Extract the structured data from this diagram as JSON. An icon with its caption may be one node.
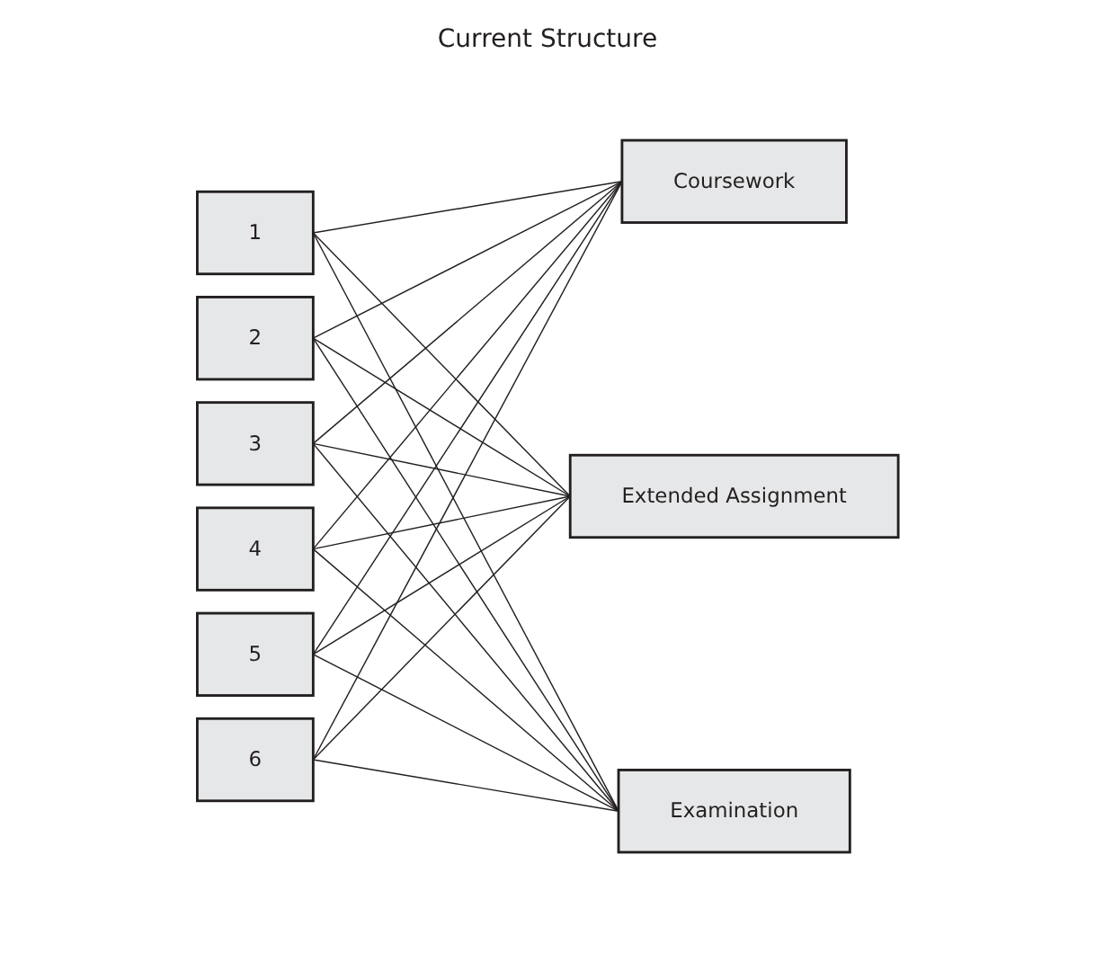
{
  "diagram": {
    "title": "Current Structure",
    "nodes": [
      {
        "text": [
          "1"
        ]
      },
      {
        "text": [
          "2"
        ]
      },
      {
        "text": [
          "3"
        ]
      },
      {
        "text": [
          "4"
        ]
      },
      {
        "text": [
          "5"
        ]
      },
      {
        "text": [
          "6"
        ]
      },
      {
        "text": [
          "Coursework"
        ]
      },
      {
        "text": [
          "Extended Assignment"
        ]
      },
      {
        "text": [
          "Examination"
        ]
      }
    ],
    "edges": [
      {
        "from": 0,
        "to": 6,
        "arrow": "none"
      },
      {
        "from": 0,
        "to": 7,
        "arrow": "none"
      },
      {
        "from": 0,
        "to": 8,
        "arrow": "none"
      },
      {
        "from": 1,
        "to": 6,
        "arrow": "none"
      },
      {
        "from": 1,
        "to": 7,
        "arrow": "none"
      },
      {
        "from": 1,
        "to": 8,
        "arrow": "none"
      },
      {
        "from": 2,
        "to": 6,
        "arrow": "none"
      },
      {
        "from": 2,
        "to": 7,
        "arrow": "none"
      },
      {
        "from": 2,
        "to": 8,
        "arrow": "none"
      },
      {
        "from": 3,
        "to": 6,
        "arrow": "none"
      },
      {
        "from": 3,
        "to": 7,
        "arrow": "none"
      },
      {
        "from": 3,
        "to": 8,
        "arrow": "none"
      },
      {
        "from": 4,
        "to": 6,
        "arrow": "none"
      },
      {
        "from": 4,
        "to": 7,
        "arrow": "none"
      },
      {
        "from": 4,
        "to": 8,
        "arrow": "none"
      },
      {
        "from": 5,
        "to": 6,
        "arrow": "none"
      },
      {
        "from": 5,
        "to": 7,
        "arrow": "none"
      },
      {
        "from": 5,
        "to": 8,
        "arrow": "none"
      }
    ]
  }
}
